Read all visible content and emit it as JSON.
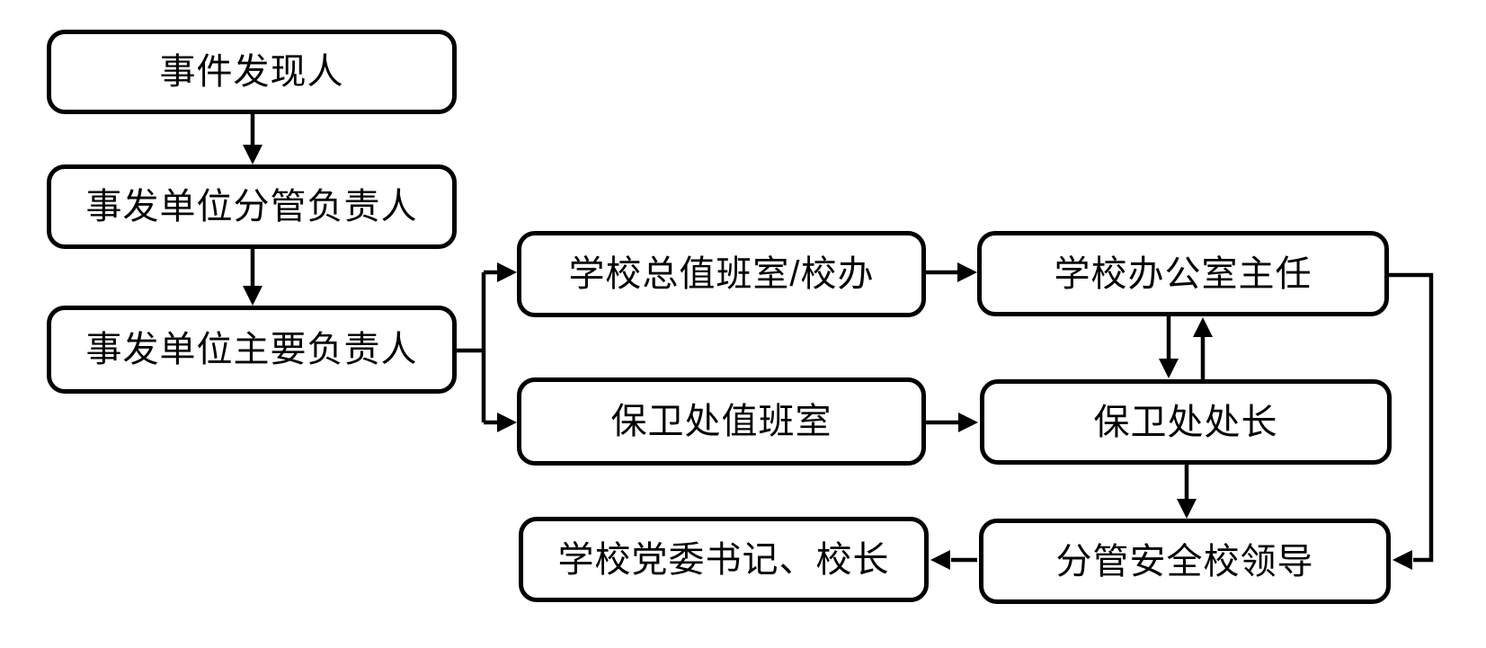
{
  "diagram": {
    "type": "flowchart",
    "description": "Incident reporting process flowchart",
    "nodes": [
      {
        "id": "incident-discoverer",
        "label": "事件发现人"
      },
      {
        "id": "unit-deputy-leader",
        "label": "事发单位分管负责人"
      },
      {
        "id": "unit-main-leader",
        "label": "事发单位主要负责人"
      },
      {
        "id": "school-duty-office",
        "label": "学校总值班室/校办"
      },
      {
        "id": "school-office-director",
        "label": "学校办公室主任"
      },
      {
        "id": "security-duty-room",
        "label": "保卫处值班室"
      },
      {
        "id": "security-chief",
        "label": "保卫处处长"
      },
      {
        "id": "safety-leader",
        "label": "分管安全校领导"
      },
      {
        "id": "party-secretary-principal",
        "label": "学校党委书记、校长"
      }
    ],
    "edges": [
      {
        "from": "incident-discoverer",
        "to": "unit-deputy-leader",
        "direction": "down"
      },
      {
        "from": "unit-deputy-leader",
        "to": "unit-main-leader",
        "direction": "down"
      },
      {
        "from": "unit-main-leader",
        "to": "school-duty-office",
        "direction": "right-branch-up"
      },
      {
        "from": "unit-main-leader",
        "to": "security-duty-room",
        "direction": "right-branch-down"
      },
      {
        "from": "school-duty-office",
        "to": "school-office-director",
        "direction": "right"
      },
      {
        "from": "security-duty-room",
        "to": "security-chief",
        "direction": "right"
      },
      {
        "from": "school-office-director",
        "to": "security-chief",
        "direction": "two-way-vertical"
      },
      {
        "from": "security-chief",
        "to": "safety-leader",
        "direction": "down"
      },
      {
        "from": "school-office-director",
        "to": "safety-leader",
        "direction": "routed-right-side"
      },
      {
        "from": "safety-leader",
        "to": "party-secretary-principal",
        "direction": "left"
      }
    ],
    "colors": {
      "background": "#ffffff",
      "box_fill": "#ffffff",
      "box_border": "#000000",
      "line": "#000000",
      "text": "#000000"
    }
  }
}
